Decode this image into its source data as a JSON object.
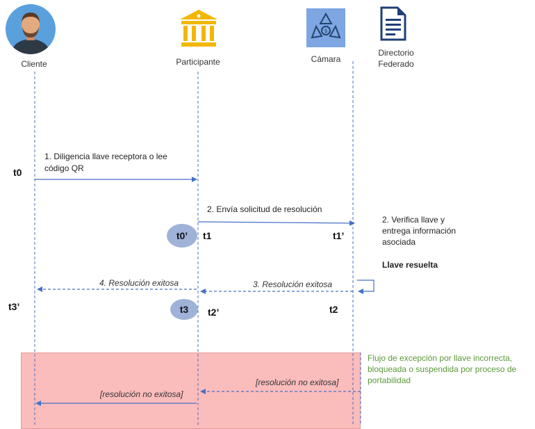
{
  "actors": {
    "cliente": "Cliente",
    "participante": "Participante",
    "camara": "Cámara",
    "directorio_line1": "Directorio",
    "directorio_line2": "Federado"
  },
  "messages": {
    "m1_line1": "1. Diligencia llave receptora o lee",
    "m1_line2": "código QR",
    "m2": "2. Envía solicitud de resolución",
    "m3": "3. Resolución exitosa",
    "m4": "4. Resolución exitosa",
    "exc_camara": "[resolución no exitosa]",
    "exc_participante": "[resolución no exitosa]"
  },
  "notes": {
    "verifica_line1": "2. Verifica llave y",
    "verifica_line2": "entrega información",
    "verifica_line3": "asociada",
    "llave_resuelta": "Llave resuelta",
    "exception_line1": "Flujo de excepción por llave incorrecta,",
    "exception_line2": "bloqueada o suspendida por proceso de",
    "exception_line3": "portabilidad"
  },
  "times": {
    "t0": "t0",
    "t0p": "t0’",
    "t1": "t1",
    "t1p": "t1’",
    "t2": "t2",
    "t2p": "t2’",
    "t3": "t3",
    "t3p": "t3’"
  },
  "colors": {
    "arrow": "#4472c4",
    "lifeline": "#4472c4",
    "exception_bg": "#fbbcbc",
    "exception_text": "#5a9a3a",
    "bubble": "#9fb3d9"
  }
}
